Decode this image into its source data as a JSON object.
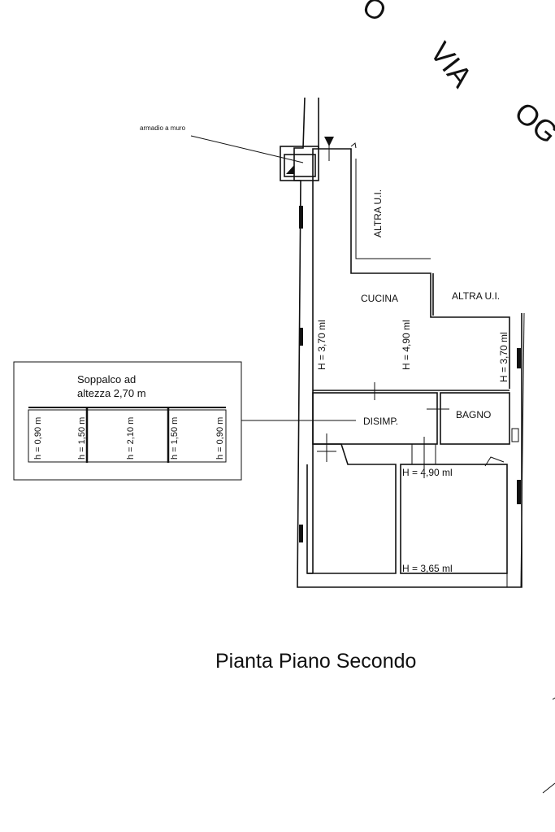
{
  "street": {
    "partial_top": "O",
    "via": "VIA",
    "og": "OG"
  },
  "labels": {
    "armadio": "armadio a muro",
    "altra_ui_top": "ALTRA U.I.",
    "altra_ui_right": "ALTRA U.I.",
    "cucina": "CUCINA",
    "disimp": "DISIMP.",
    "bagno": "BAGNO",
    "h_cucina_left": "H = 3,70 ml",
    "h_cucina_mid": "H = 4,90 ml",
    "h_cucina_right": "H = 3,70 ml",
    "h_room_top": "H = 4,90 ml",
    "h_room_bottom": "H = 3,65 ml"
  },
  "soppalco": {
    "title_line1": "Soppalco ad",
    "title_line2": "altezza 2,70 m",
    "heights": [
      "h = 0,90 m",
      "h = 1,50 m",
      "h = 2,10 m",
      "h = 1,50 m",
      "h = 0,90 m"
    ]
  },
  "caption": "Pianta Piano Secondo"
}
